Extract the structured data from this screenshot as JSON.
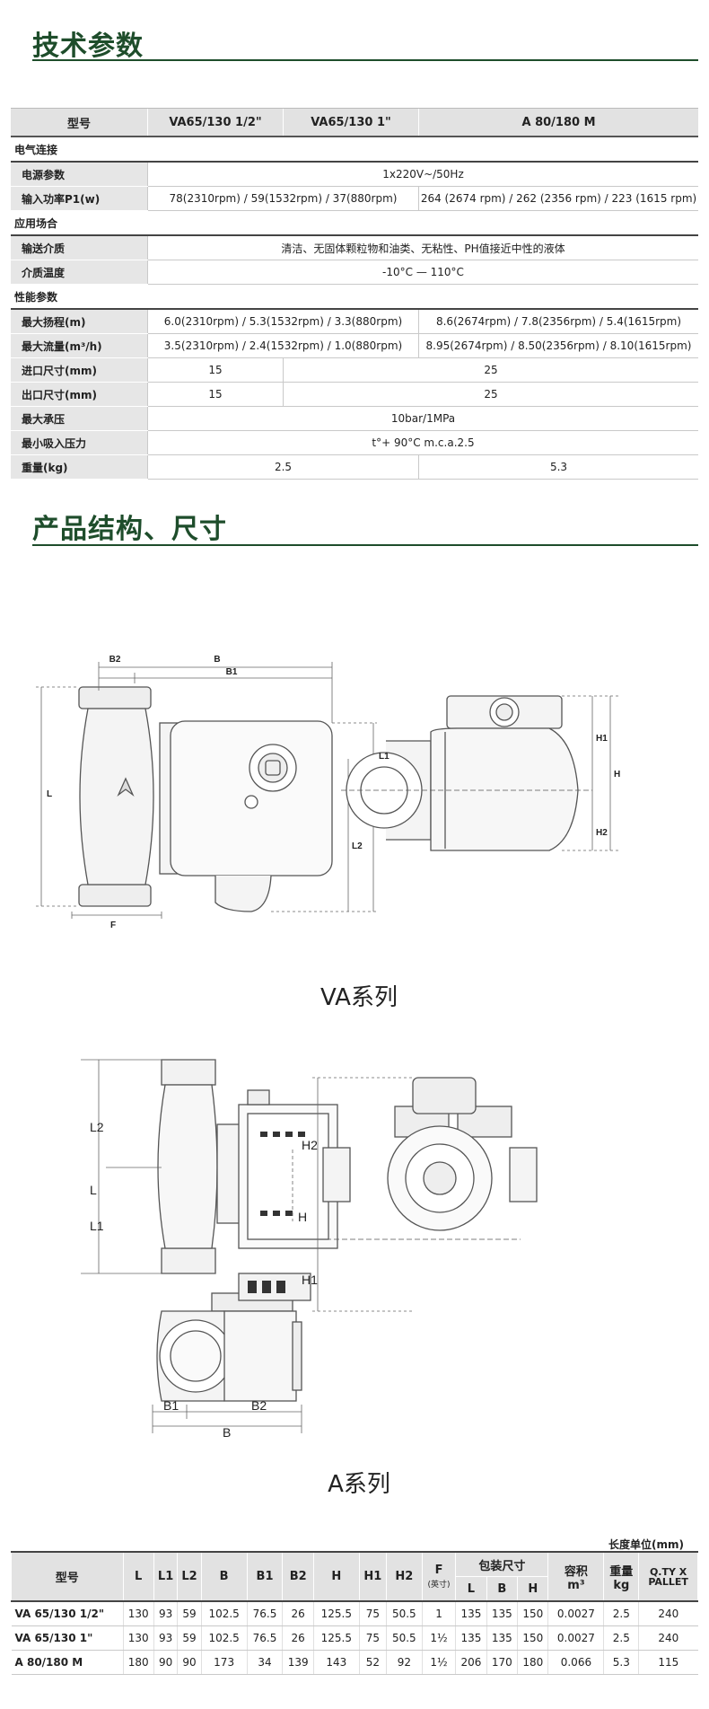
{
  "sections": {
    "specs_title": "技术参数",
    "structure_title": "产品结构、尺寸"
  },
  "spec_table": {
    "header": [
      "型号",
      "VA65/130 1/2\"",
      "VA65/130 1\"",
      "A 80/180 M"
    ],
    "groups": {
      "electric": "电气连接",
      "application": "应用场合",
      "performance": "性能参数"
    },
    "rows": {
      "power_supply": {
        "label": "电源参数",
        "value": "1x220V~/50Hz"
      },
      "input_power": {
        "label": "输入功率P1(w)",
        "va": "78(2310rpm) / 59(1532rpm) / 37(880rpm)",
        "a": "264 (2674 rpm) / 262 (2356 rpm) / 223 (1615 rpm)"
      },
      "medium": {
        "label": "输送介质",
        "value": "清洁、无固体颗粒物和油类、无粘性、PH值接近中性的液体"
      },
      "medium_temp": {
        "label": "介质温度",
        "value": "-10°C — 110°C"
      },
      "max_head": {
        "label": "最大扬程(m)",
        "va": "6.0(2310rpm) / 5.3(1532rpm) / 3.3(880rpm)",
        "a": "8.6(2674rpm) / 7.8(2356rpm) / 5.4(1615rpm)"
      },
      "max_flow": {
        "label": "最大流量(m³/h)",
        "va": "3.5(2310rpm) / 2.4(1532rpm) / 1.0(880rpm)",
        "a": "8.95(2674rpm) / 8.50(2356rpm) / 8.10(1615rpm)"
      },
      "inlet": {
        "label": "进口尺寸(mm)",
        "v1": "15",
        "v2": "25"
      },
      "outlet": {
        "label": "出口尺寸(mm)",
        "v1": "15",
        "v2": "25"
      },
      "max_pressure": {
        "label": "最大承压",
        "value": "10bar/1MPa"
      },
      "min_suction": {
        "label": "最小吸入压力",
        "value": "t°+ 90°C m.c.a.2.5"
      },
      "weight": {
        "label": "重量(kg)",
        "va": "2.5",
        "a": "5.3"
      }
    }
  },
  "drawings": {
    "va": {
      "caption": "VA系列",
      "dims": {
        "B": "B",
        "B1": "B1",
        "B2": "B2",
        "L": "L",
        "L1": "L1",
        "L2": "L2",
        "F": "F",
        "H": "H",
        "H1": "H1",
        "H2": "H2"
      }
    },
    "a": {
      "caption": "A系列",
      "dims": {
        "L": "L",
        "L1": "L1",
        "L2": "L2",
        "H": "H",
        "H1": "H1",
        "H2": "H2",
        "B": "B",
        "B1": "B1",
        "B2": "B2"
      }
    }
  },
  "dimension_table": {
    "unit_note": "长度单位(mm)",
    "columns": [
      "型号",
      "L",
      "L1",
      "L2",
      "B",
      "B1",
      "B2",
      "H",
      "H1",
      "H2",
      "F",
      "(英寸)",
      "包装尺寸",
      "容积",
      "m³",
      "重量",
      "kg",
      "Q.TY X",
      "PALLET"
    ],
    "pack_sub": [
      "L",
      "B",
      "H"
    ],
    "rows": [
      {
        "model": "VA 65/130 1/2\"",
        "L": "130",
        "L1": "93",
        "L2": "59",
        "B": "102.5",
        "B1": "76.5",
        "B2": "26",
        "H": "125.5",
        "H1": "75",
        "H2": "50.5",
        "F": "1",
        "pL": "135",
        "pB": "135",
        "pH": "150",
        "vol": "0.0027",
        "kg": "2.5",
        "qty": "240"
      },
      {
        "model": "VA 65/130 1\"",
        "L": "130",
        "L1": "93",
        "L2": "59",
        "B": "102.5",
        "B1": "76.5",
        "B2": "26",
        "H": "125.5",
        "H1": "75",
        "H2": "50.5",
        "F": "1½",
        "pL": "135",
        "pB": "135",
        "pH": "150",
        "vol": "0.0027",
        "kg": "2.5",
        "qty": "240"
      },
      {
        "model": "A 80/180 M",
        "L": "180",
        "L1": "90",
        "L2": "90",
        "B": "173",
        "B1": "34",
        "B2": "139",
        "H": "143",
        "H1": "52",
        "H2": "92",
        "F": "1½",
        "pL": "206",
        "pB": "170",
        "pH": "180",
        "vol": "0.066",
        "kg": "5.3",
        "qty": "115"
      }
    ]
  }
}
